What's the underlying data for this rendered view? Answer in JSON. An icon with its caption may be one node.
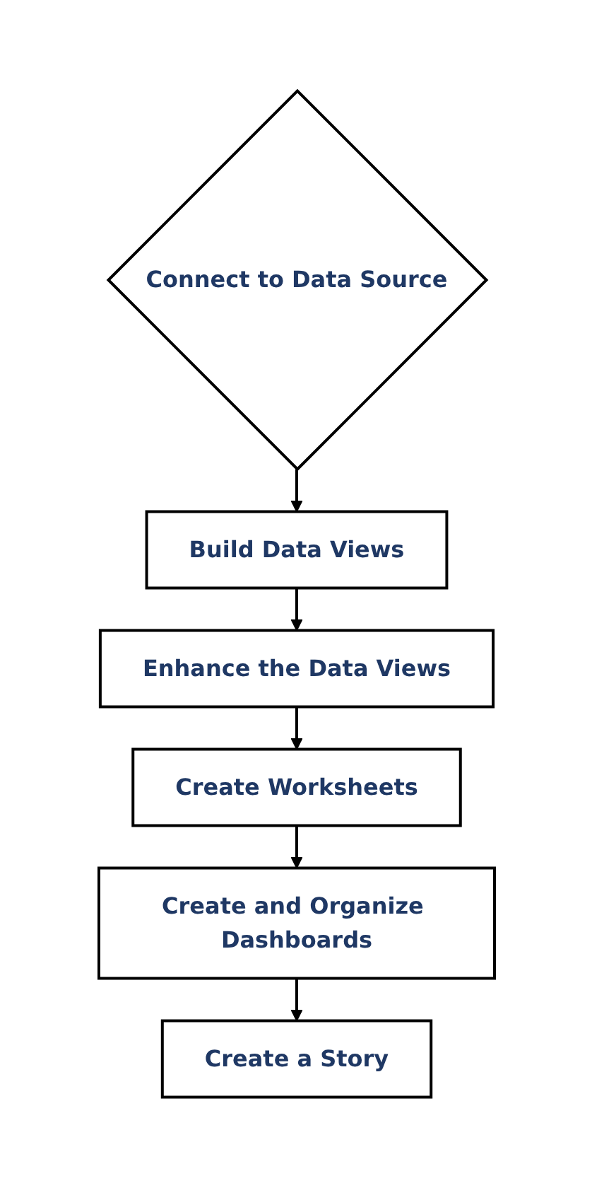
{
  "diagram": {
    "nodes": [
      {
        "text": [
          "Connect to Data Source"
        ]
      },
      {
        "text": [
          "Build Data Views"
        ]
      },
      {
        "text": [
          "Enhance the Data Views"
        ]
      },
      {
        "text": [
          "Create Worksheets"
        ]
      },
      {
        "text": [
          "Create and Organize Dashboards"
        ]
      },
      {
        "text": [
          "Create a Story"
        ]
      }
    ],
    "edges": [
      {
        "from": 0,
        "to": 1,
        "arrow": "to"
      },
      {
        "from": 1,
        "to": 2,
        "arrow": "to"
      },
      {
        "from": 2,
        "to": 3,
        "arrow": "to"
      },
      {
        "from": 3,
        "to": 4,
        "arrow": "to"
      },
      {
        "from": 4,
        "to": 5,
        "arrow": "to"
      }
    ]
  }
}
